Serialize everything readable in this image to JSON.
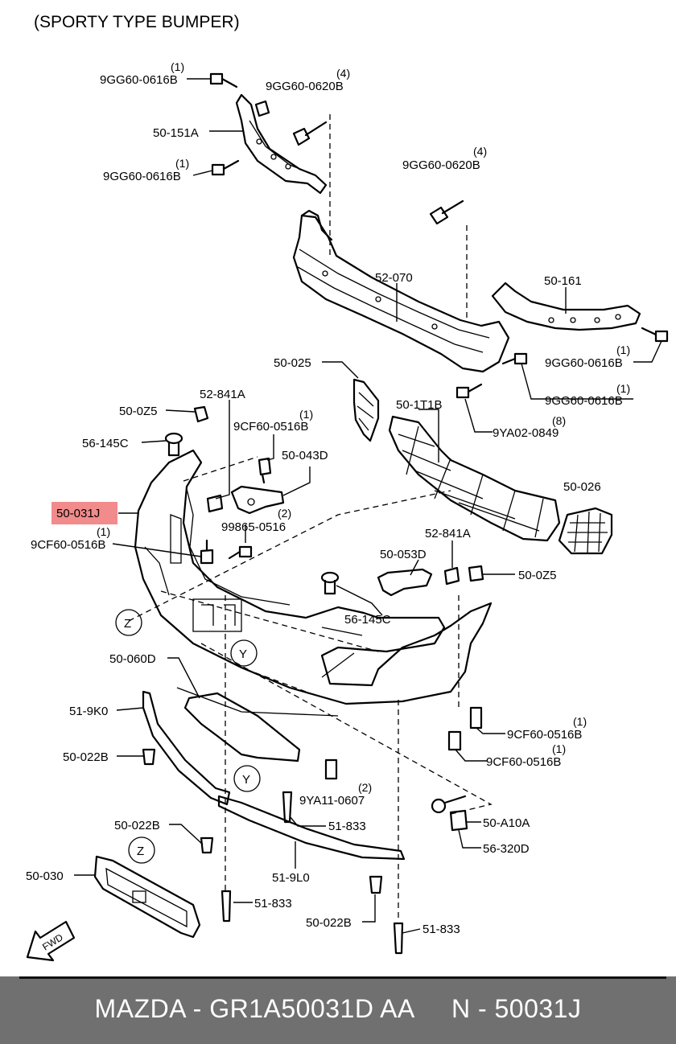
{
  "title": "(SPORTY TYPE BUMPER)",
  "highlight_color": "#f28b8b",
  "footer": {
    "text": "MAZDA - GR1A50031D AA     N - 50031J",
    "background": "#707070"
  },
  "labels": {
    "l_9gg_a": "9GG60-0616B",
    "q_9gg_a": "(1)",
    "l_9gg_b": "9GG60-0620B",
    "q_9gg_b": "(4)",
    "l_50151a": "50-151A",
    "l_9gg_c": "9GG60-0616B",
    "q_9gg_c": "(1)",
    "l_9gg_d": "9GG60-0620B",
    "q_9gg_d": "(4)",
    "l_52070": "52-070",
    "l_50161": "50-161",
    "l_9gg_e": "9GG60-0616B",
    "q_9gg_e": "(1)",
    "l_9gg_f": "9GG60-0616B",
    "q_9gg_f": "(1)",
    "l_50025": "50-025",
    "l_501t1b": "50-1T1B",
    "l_9ya02": "9YA02-0849",
    "q_9ya02": "(8)",
    "l_52841a_a": "52-841A",
    "l_50oz5_a": "50-0Z5",
    "l_9cf_a": "9CF60-0516B",
    "q_9cf_a": "(1)",
    "l_56145c_a": "56-145C",
    "l_50043d": "50-043D",
    "l_50026": "50-026",
    "l_50031j": "50-031J",
    "l_99865": "99865-0516",
    "q_99865": "(2)",
    "l_9cf_b": "9CF60-0516B",
    "q_9cf_b": "(1)",
    "l_52841a_b": "52-841A",
    "l_50053d": "50-053D",
    "l_50oz5_b": "50-0Z5",
    "l_56145c_b": "56-145C",
    "l_z_a": "Z",
    "l_y_a": "Y",
    "l_50060d": "50-060D",
    "l_519k0": "51-9K0",
    "l_50022b_a": "50-022B",
    "l_9cf_c": "9CF60-0516B",
    "q_9cf_c": "(1)",
    "l_9cf_d": "9CF60-0516B",
    "q_9cf_d": "(1)",
    "l_y_b": "Y",
    "l_9ya11": "9YA11-0607",
    "q_9ya11": "(2)",
    "l_51833_a": "51-833",
    "l_50a10a": "50-A10A",
    "l_50022b_b": "50-022B",
    "l_z_b": "Z",
    "l_56320d": "56-320D",
    "l_50030": "50-030",
    "l_519l0": "51-9L0",
    "l_51833_b": "51-833",
    "l_50022b_c": "50-022B",
    "l_51833_c": "51-833",
    "l_fwd": "FWD"
  }
}
